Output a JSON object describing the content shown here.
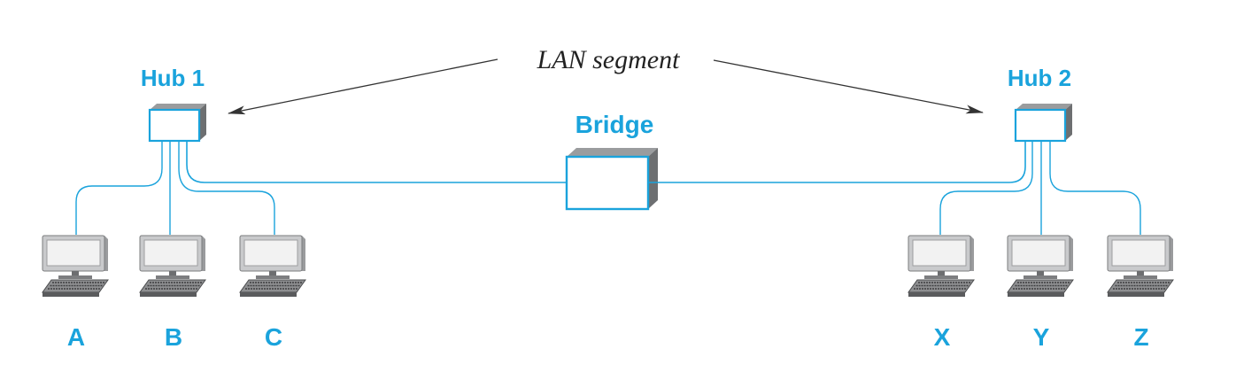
{
  "labels": {
    "segment": "LAN segment",
    "hub1": "Hub 1",
    "hub2": "Hub 2",
    "bridge": "Bridge"
  },
  "hosts_left": [
    "A",
    "B",
    "C"
  ],
  "hosts_right": [
    "X",
    "Y",
    "Z"
  ],
  "colors": {
    "accent": "#1aa3dc",
    "device_side": "#6d6f71",
    "monitor_body": "#c9cacc",
    "monitor_screen": "#f2f2f2",
    "keyboard": "#5a5b5d"
  }
}
